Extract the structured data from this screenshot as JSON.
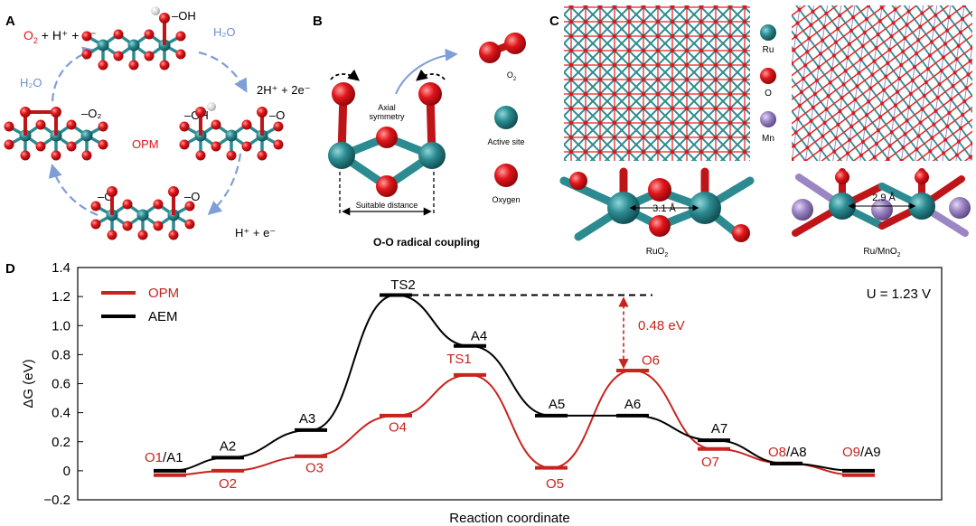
{
  "panels": {
    "A": {
      "letter": "A",
      "top_reaction_lhs_o2": "O",
      "top_reaction_lhs_sub": "2",
      "top_reaction_rest": " + H⁺ + e⁻",
      "oh_top": "–OH",
      "h2o_right": "H₂O",
      "h2o_left": "H₂O",
      "o2_left": "–O₂",
      "center": "OPM",
      "oh_right": "–OH",
      "o_right": "–O",
      "products_right": "2H⁺ + 2e⁻",
      "o_bottom_left": "–O",
      "o_bottom_right": "–O",
      "products_bottom": "H⁺ + e⁻"
    },
    "B": {
      "letter": "B",
      "axial1": "Axial",
      "axial2": "symmetry",
      "suitable": "Suitable distance",
      "title": "O-O radical coupling",
      "o2_main": "O",
      "o2_sub": "2",
      "active_site": "Active site",
      "oxygen": "Oxygen"
    },
    "C": {
      "letter": "C",
      "legend": [
        "Ru",
        "O",
        "Mn"
      ],
      "dist_left": "3.1 Å",
      "dist_right": "2.9 Å",
      "label_left_main": "RuO",
      "label_left_sub": "2",
      "label_right_main": "Ru/MnO",
      "label_right_sub": "2"
    },
    "D": {
      "letter": "D"
    }
  },
  "colors": {
    "opm": "#c8231e",
    "aem": "#000000",
    "ru": "#2b8b91",
    "o": "#e0161a",
    "mn": "#9c85c4",
    "arrow": "#7f9ed6"
  },
  "chart_data": {
    "type": "line",
    "xlabel": "Reaction coordinate",
    "ylabel": "ΔG (eV)",
    "ylim": [
      -0.2,
      1.4
    ],
    "yticks": [
      -0.2,
      0,
      0.2,
      0.4,
      0.6,
      0.8,
      1.0,
      1.2,
      1.4
    ],
    "ytick_labels": [
      "−0.2",
      "0",
      "0.2",
      "0.4",
      "0.6",
      "0.8",
      "1.0",
      "1.2",
      "1.4"
    ],
    "annotation_u": "U = 1.23 V",
    "annotation_gap": "0.48 eV",
    "series": [
      {
        "name": "OPM",
        "color": "#c8231e",
        "states": [
          {
            "label": "O1",
            "value": -0.03
          },
          {
            "label": "O2",
            "value": 0.0
          },
          {
            "label": "O3",
            "value": 0.1
          },
          {
            "label": "O4",
            "value": 0.38
          },
          {
            "label": "TS1",
            "value": 0.66
          },
          {
            "label": "O5",
            "value": 0.02
          },
          {
            "label": "O6",
            "value": 0.69
          },
          {
            "label": "O7",
            "value": 0.15
          },
          {
            "label": "O8",
            "value": 0.05
          },
          {
            "label": "O9",
            "value": -0.03
          }
        ]
      },
      {
        "name": "AEM",
        "color": "#000000",
        "states": [
          {
            "label": "A1",
            "value": 0.0
          },
          {
            "label": "A2",
            "value": 0.09
          },
          {
            "label": "A3",
            "value": 0.28
          },
          {
            "label": "TS2",
            "value": 1.21
          },
          {
            "label": "A4",
            "value": 0.86
          },
          {
            "label": "A5",
            "value": 0.38
          },
          {
            "label": "A6",
            "value": 0.38
          },
          {
            "label": "A7",
            "value": 0.21
          },
          {
            "label": "A8",
            "value": 0.05
          },
          {
            "label": "A9",
            "value": 0.0
          }
        ]
      }
    ],
    "legend": [
      "OPM",
      "AEM"
    ]
  }
}
